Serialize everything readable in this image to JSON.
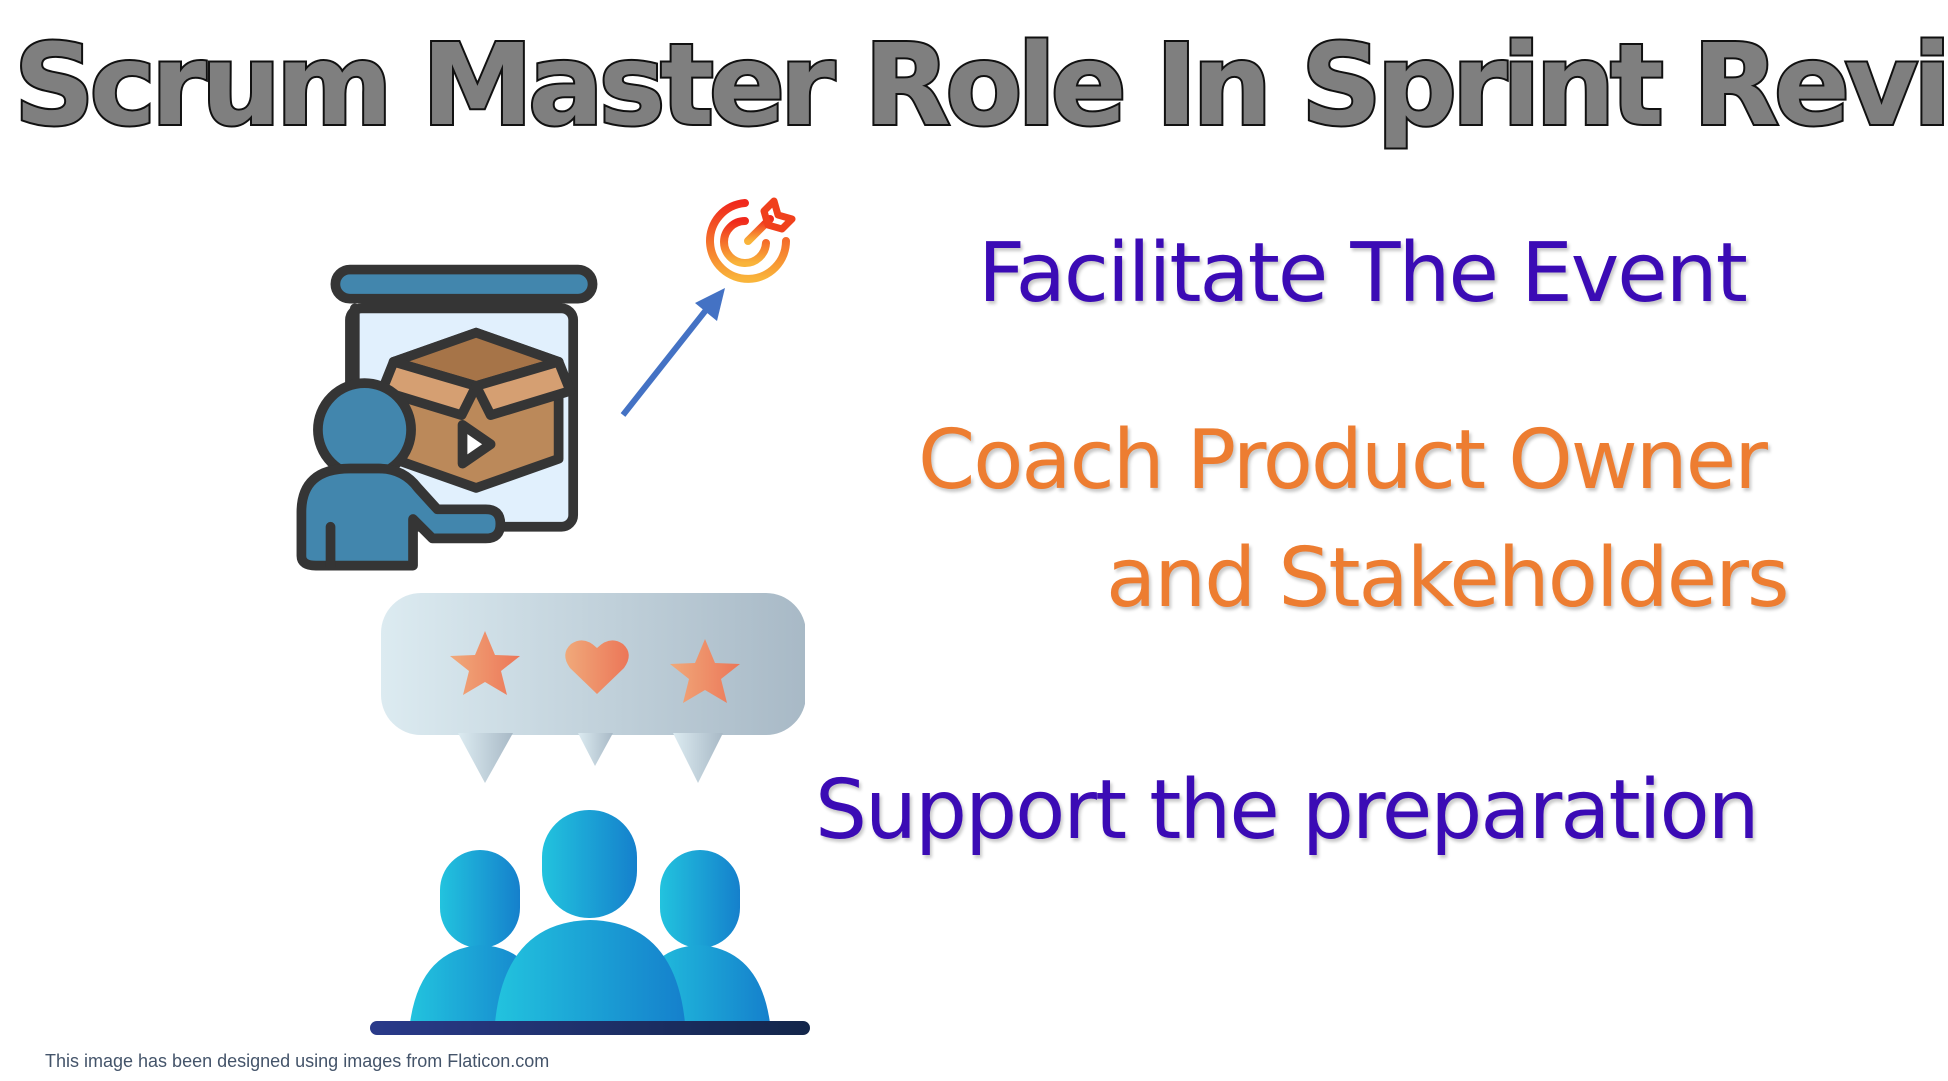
{
  "slide": {
    "title": "Scrum Master Role In Sprint Review",
    "points": [
      {
        "text": "Facilitate The Event",
        "color": "#3b0bb5"
      },
      {
        "line1": "Coach Product Owner",
        "line2": "and Stakeholders",
        "color": "#ed7d31"
      },
      {
        "text": "Support the preparation",
        "color": "#3b0bb5"
      }
    ],
    "credit": "This image  has been designed using images from Flaticon.com"
  },
  "icons": {
    "presenter": "presenter-with-box-icon",
    "arrow": "arrow-up-right-icon",
    "target": "target-goal-icon",
    "feedback": "feedback-bubble-icon",
    "people": "people-group-icon"
  },
  "colors": {
    "title_fill": "#7f7f7f",
    "title_stroke": "#111111",
    "purple": "#3b0bb5",
    "orange": "#ed7d31",
    "arrow": "#4472c4",
    "credit": "#44546a"
  }
}
